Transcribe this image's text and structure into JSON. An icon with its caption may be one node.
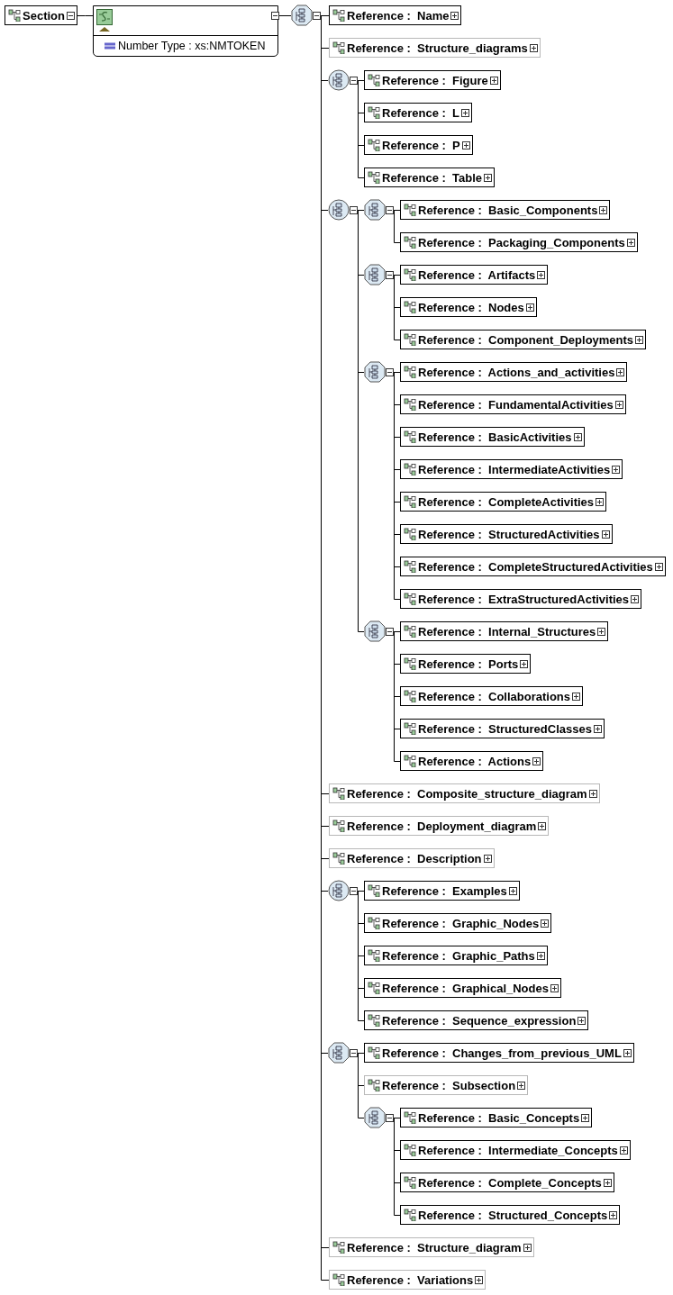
{
  "diagram": {
    "nodes": [
      {
        "text": [
          "Section"
        ]
      },
      {
        "text": [
          "Number Type : xs:NMTOKEN"
        ]
      },
      {
        "text": [],
        "shape": "octagon"
      },
      {
        "text": [
          "Reference :  Name"
        ]
      },
      {
        "text": [
          "Reference :  Structure_diagrams"
        ]
      },
      {
        "text": [],
        "shape": "circle"
      },
      {
        "text": [
          "Reference :  Figure"
        ]
      },
      {
        "text": [
          "Reference :  L"
        ]
      },
      {
        "text": [
          "Reference :  P"
        ]
      },
      {
        "text": [
          "Reference :  Table"
        ]
      },
      {
        "text": [],
        "shape": "circle"
      },
      {
        "text": [],
        "shape": "octagon"
      },
      {
        "text": [
          "Reference :  Basic_Components"
        ]
      },
      {
        "text": [
          "Reference :  Packaging_Components"
        ]
      },
      {
        "text": [],
        "shape": "octagon"
      },
      {
        "text": [
          "Reference :  Artifacts"
        ]
      },
      {
        "text": [
          "Reference :  Nodes"
        ]
      },
      {
        "text": [
          "Reference :  Component_Deployments"
        ]
      },
      {
        "text": [],
        "shape": "octagon"
      },
      {
        "text": [
          "Reference :  Actions_and_activities"
        ]
      },
      {
        "text": [
          "Reference :  FundamentalActivities"
        ]
      },
      {
        "text": [
          "Reference :  BasicActivities"
        ]
      },
      {
        "text": [
          "Reference :  IntermediateActivities"
        ]
      },
      {
        "text": [
          "Reference :  CompleteActivities"
        ]
      },
      {
        "text": [
          "Reference :  StructuredActivities"
        ]
      },
      {
        "text": [
          "Reference :  CompleteStructuredActivities"
        ]
      },
      {
        "text": [
          "Reference :  ExtraStructuredActivities"
        ]
      },
      {
        "text": [],
        "shape": "octagon"
      },
      {
        "text": [
          "Reference :  Internal_Structures"
        ]
      },
      {
        "text": [
          "Reference :  Ports"
        ]
      },
      {
        "text": [
          "Reference :  Collaborations"
        ]
      },
      {
        "text": [
          "Reference :  StructuredClasses"
        ]
      },
      {
        "text": [
          "Reference :  Actions"
        ]
      },
      {
        "text": [
          "Reference :  Composite_structure_diagram"
        ]
      },
      {
        "text": [
          "Reference :  Deployment_diagram"
        ]
      },
      {
        "text": [
          "Reference :  Description"
        ]
      },
      {
        "text": [],
        "shape": "circle"
      },
      {
        "text": [
          "Reference :  Examples"
        ]
      },
      {
        "text": [
          "Reference :  Graphic_Nodes"
        ]
      },
      {
        "text": [
          "Reference :  Graphic_Paths"
        ]
      },
      {
        "text": [
          "Reference :  Graphical_Nodes"
        ]
      },
      {
        "text": [
          "Reference :  Sequence_expression"
        ]
      },
      {
        "text": [],
        "shape": "octagon"
      },
      {
        "text": [
          "Reference :  Changes_from_previous_UML"
        ]
      },
      {
        "text": [
          "Reference :  Subsection"
        ]
      },
      {
        "text": [],
        "shape": "octagon"
      },
      {
        "text": [
          "Reference :  Basic_Concepts"
        ]
      },
      {
        "text": [
          "Reference :  Intermediate_Concepts"
        ]
      },
      {
        "text": [
          "Reference :  Complete_Concepts"
        ]
      },
      {
        "text": [
          "Reference :  Structured_Concepts"
        ]
      },
      {
        "text": [
          "Reference :  Structure_diagram"
        ]
      },
      {
        "text": [
          "Reference :  Variations"
        ]
      }
    ],
    "edges": [
      {
        "from": 0,
        "to": 1,
        "arrow": "none"
      },
      {
        "from": 1,
        "to": 2,
        "arrow": "none"
      },
      {
        "from": 2,
        "to": 3,
        "arrow": "none"
      },
      {
        "from": 2,
        "to": 4,
        "arrow": "none"
      },
      {
        "from": 2,
        "to": 5,
        "arrow": "none"
      },
      {
        "from": 5,
        "to": 6,
        "arrow": "none"
      },
      {
        "from": 5,
        "to": 7,
        "arrow": "none"
      },
      {
        "from": 5,
        "to": 8,
        "arrow": "none"
      },
      {
        "from": 5,
        "to": 9,
        "arrow": "none"
      },
      {
        "from": 2,
        "to": 10,
        "arrow": "none"
      },
      {
        "from": 10,
        "to": 11,
        "arrow": "none"
      },
      {
        "from": 11,
        "to": 12,
        "arrow": "none"
      },
      {
        "from": 11,
        "to": 13,
        "arrow": "none"
      },
      {
        "from": 10,
        "to": 14,
        "arrow": "none"
      },
      {
        "from": 14,
        "to": 15,
        "arrow": "none"
      },
      {
        "from": 14,
        "to": 16,
        "arrow": "none"
      },
      {
        "from": 14,
        "to": 17,
        "arrow": "none"
      },
      {
        "from": 10,
        "to": 18,
        "arrow": "none"
      },
      {
        "from": 18,
        "to": 19,
        "arrow": "none"
      },
      {
        "from": 18,
        "to": 20,
        "arrow": "none"
      },
      {
        "from": 18,
        "to": 21,
        "arrow": "none"
      },
      {
        "from": 18,
        "to": 22,
        "arrow": "none"
      },
      {
        "from": 18,
        "to": 23,
        "arrow": "none"
      },
      {
        "from": 18,
        "to": 24,
        "arrow": "none"
      },
      {
        "from": 18,
        "to": 25,
        "arrow": "none"
      },
      {
        "from": 18,
        "to": 26,
        "arrow": "none"
      },
      {
        "from": 10,
        "to": 27,
        "arrow": "none"
      },
      {
        "from": 27,
        "to": 28,
        "arrow": "none"
      },
      {
        "from": 27,
        "to": 29,
        "arrow": "none"
      },
      {
        "from": 27,
        "to": 30,
        "arrow": "none"
      },
      {
        "from": 27,
        "to": 31,
        "arrow": "none"
      },
      {
        "from": 27,
        "to": 32,
        "arrow": "none"
      },
      {
        "from": 2,
        "to": 33,
        "arrow": "none"
      },
      {
        "from": 2,
        "to": 34,
        "arrow": "none"
      },
      {
        "from": 2,
        "to": 35,
        "arrow": "none"
      },
      {
        "from": 2,
        "to": 36,
        "arrow": "none"
      },
      {
        "from": 36,
        "to": 37,
        "arrow": "none"
      },
      {
        "from": 36,
        "to": 38,
        "arrow": "none"
      },
      {
        "from": 36,
        "to": 39,
        "arrow": "none"
      },
      {
        "from": 36,
        "to": 40,
        "arrow": "none"
      },
      {
        "from": 36,
        "to": 41,
        "arrow": "none"
      },
      {
        "from": 2,
        "to": 42,
        "arrow": "none"
      },
      {
        "from": 42,
        "to": 43,
        "arrow": "none"
      },
      {
        "from": 42,
        "to": 44,
        "arrow": "none"
      },
      {
        "from": 42,
        "to": 45,
        "arrow": "none"
      },
      {
        "from": 45,
        "to": 46,
        "arrow": "none"
      },
      {
        "from": 45,
        "to": 47,
        "arrow": "none"
      },
      {
        "from": 45,
        "to": 48,
        "arrow": "none"
      },
      {
        "from": 45,
        "to": 49,
        "arrow": "none"
      },
      {
        "from": 2,
        "to": 50,
        "arrow": "none"
      },
      {
        "from": 2,
        "to": 51,
        "arrow": "none"
      }
    ]
  }
}
